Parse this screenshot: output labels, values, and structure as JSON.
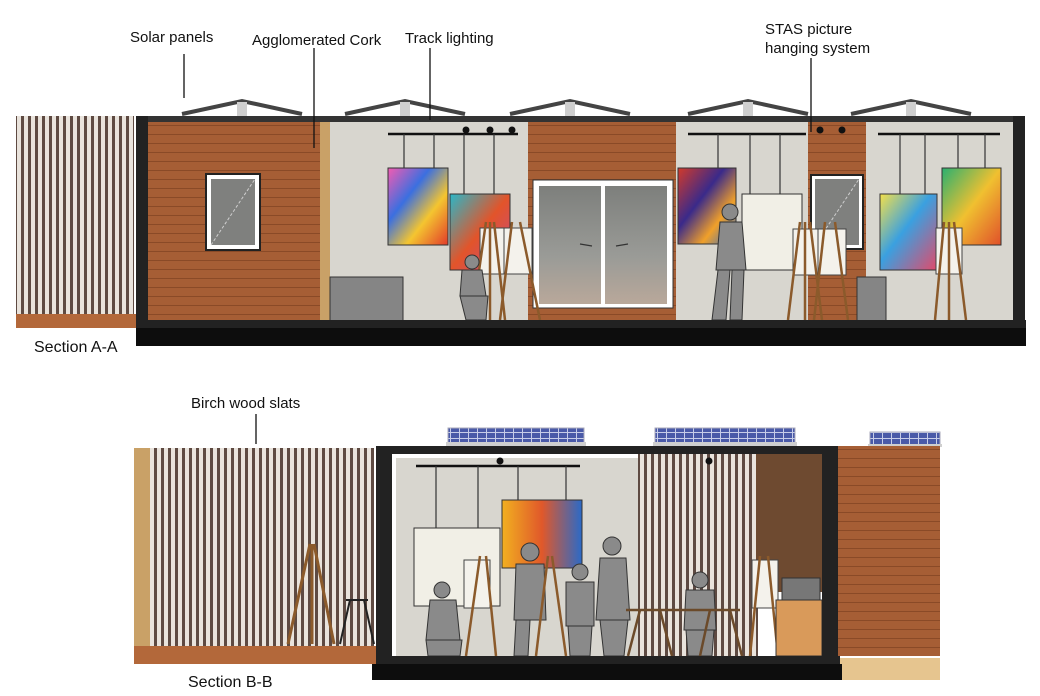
{
  "section_a": {
    "title": "Section A-A",
    "callouts": {
      "solar_panels": "Solar panels",
      "agglomerated_cork": "Agglomerated Cork",
      "track_lighting": "Track lighting",
      "stas_line1": "STAS picture",
      "stas_line2": "hanging system"
    }
  },
  "section_b": {
    "title": "Section B-B",
    "callouts": {
      "birch_wood_slats": "Birch wood slats"
    }
  },
  "colors": {
    "wood": "#a65e35",
    "wood_dark": "#8a4a27",
    "cork": "#c9a167",
    "wall": "#d8d6cf",
    "structure": "#151515",
    "slat_dark": "#5e4a42",
    "slat_light": "#e9e3dc",
    "glass": "#8f918e",
    "solar": "#4a5aa8"
  }
}
